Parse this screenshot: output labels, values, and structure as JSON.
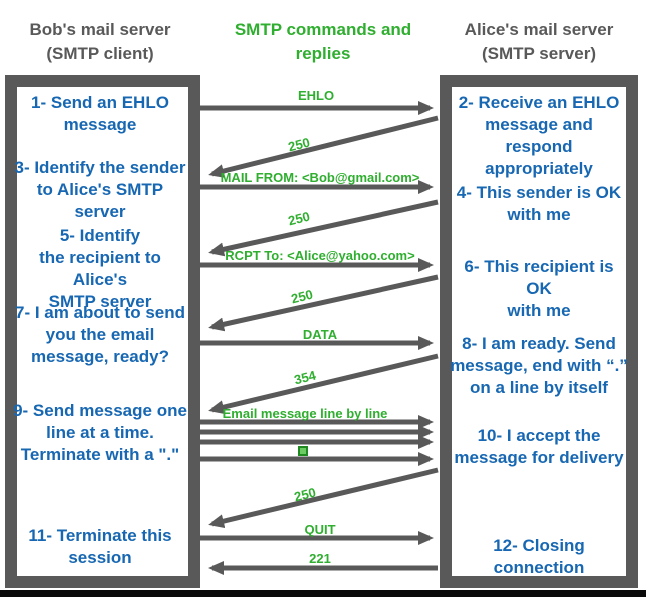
{
  "header": {
    "left": "Bob's mail server\n(SMTP client)",
    "center": "SMTP commands and\nreplies",
    "right": "Alice's mail server\n(SMTP server)"
  },
  "client_steps": [
    {
      "text": "1- Send an EHLO\nmessage"
    },
    {
      "text": "3- Identify the sender\nto Alice's SMTP server"
    },
    {
      "text": "5- Identify\nthe recipient to Alice's\nSMTP server"
    },
    {
      "text": "7- I am about to send\nyou the email\nmessage, ready?"
    },
    {
      "text": "9- Send message one\nline at a time.\nTerminate with a \".\""
    },
    {
      "text": "11- Terminate this\nsession"
    }
  ],
  "server_steps": [
    {
      "text": "2- Receive an EHLO\nmessage and respond\nappropriately"
    },
    {
      "text": "4- This sender is OK\nwith me"
    },
    {
      "text": "6- This recipient is OK\nwith me"
    },
    {
      "text": "8-  I am ready. Send\nmessage, end with “.”\non a line by itself"
    },
    {
      "text": "10-  I accept the\nmessage for delivery"
    },
    {
      "text": "12-  Closing\nconnection"
    }
  ],
  "arrows": [
    {
      "label": "EHLO",
      "direction": "client-to-server"
    },
    {
      "label": "250",
      "direction": "server-to-client"
    },
    {
      "label": "MAIL FROM: <Bob@gmail.com>",
      "direction": "client-to-server"
    },
    {
      "label": "250",
      "direction": "server-to-client"
    },
    {
      "label": "RCPT To: <Alice@yahoo.com>",
      "direction": "client-to-server"
    },
    {
      "label": "250",
      "direction": "server-to-client"
    },
    {
      "label": "DATA",
      "direction": "client-to-server"
    },
    {
      "label": "354",
      "direction": "server-to-client"
    },
    {
      "label": "Email message line by line",
      "direction": "client-to-server"
    },
    {
      "label": ".",
      "direction": "client-to-server"
    },
    {
      "label": "250",
      "direction": "server-to-client"
    },
    {
      "label": "QUIT",
      "direction": "client-to-server"
    },
    {
      "label": "221",
      "direction": "server-to-client"
    }
  ],
  "colors": {
    "command_green": "#2fae2f",
    "step_blue": "#1767b2",
    "frame_gray": "#595959"
  }
}
